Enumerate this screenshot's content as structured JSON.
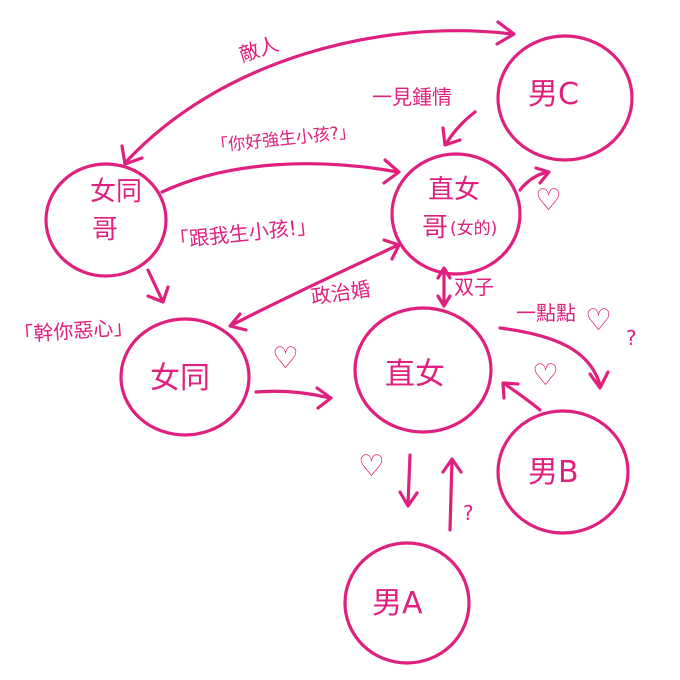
{
  "colors": {
    "ink": "#e0207e",
    "background": "#ffffff"
  },
  "nodes": {
    "female_gay_brother": {
      "line1": "女同",
      "line2": "哥"
    },
    "straight_female_brother": {
      "line1": "直女",
      "line2": "哥",
      "suffix": "(女的)"
    },
    "male_c": {
      "label": "男C"
    },
    "lesbian": {
      "label": "女同"
    },
    "straight_female": {
      "label": "直女"
    },
    "male_b": {
      "label": "男B"
    },
    "male_a": {
      "label": "男A"
    }
  },
  "edges": {
    "enemy": "敵人",
    "love_at_first_sight": "一見鍾情",
    "want_kid": "「你好強生小孩?」",
    "have_my_kid": "「跟我生小孩!」",
    "gross": "「幹你惡心」",
    "political_marriage": "政治婚",
    "twins": "双子",
    "a_little": "一點點",
    "question": "?",
    "question2": "?"
  },
  "icons": {
    "heart": "♡"
  }
}
